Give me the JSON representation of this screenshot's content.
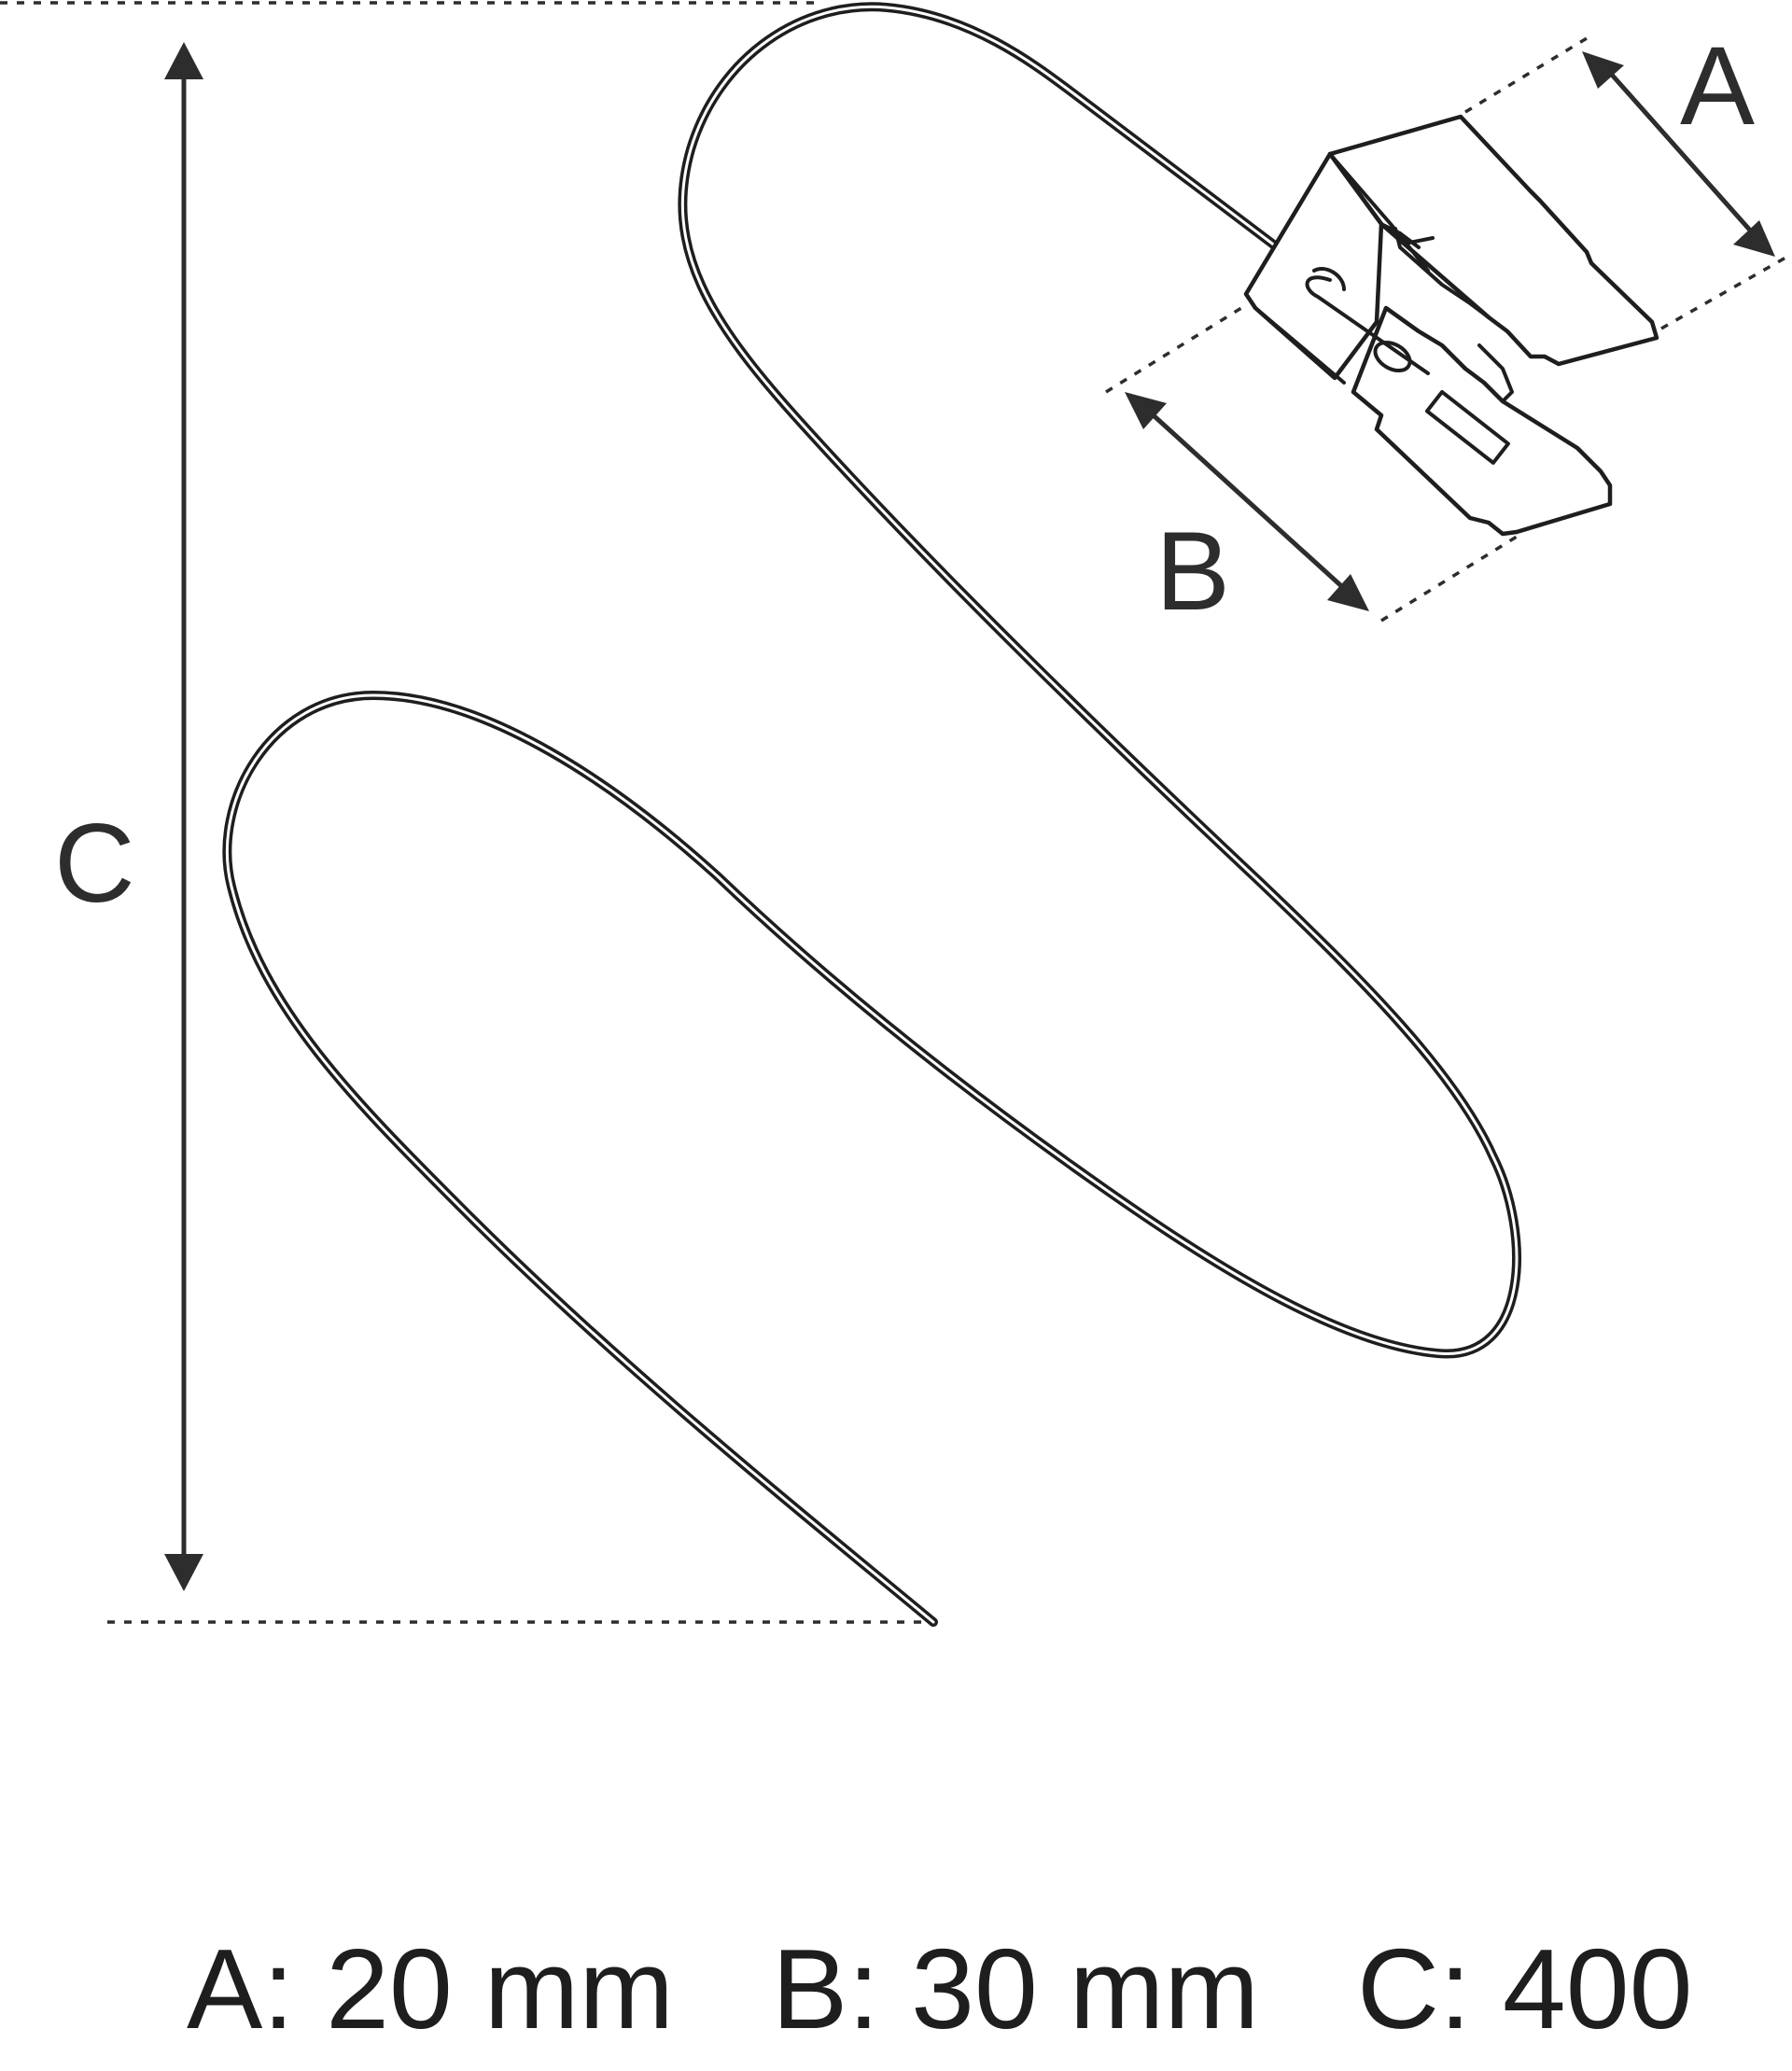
{
  "dimensions": {
    "a_letter": "A",
    "b_letter": "B",
    "c_letter": "C"
  },
  "legend": {
    "a_text": "A: 20 mm",
    "b_text": "B: 30 mm",
    "c_text": "C: 400"
  },
  "colors": {
    "line": "#1e1e1e",
    "dimension": "#2d2d2d",
    "background": "#ffffff"
  }
}
